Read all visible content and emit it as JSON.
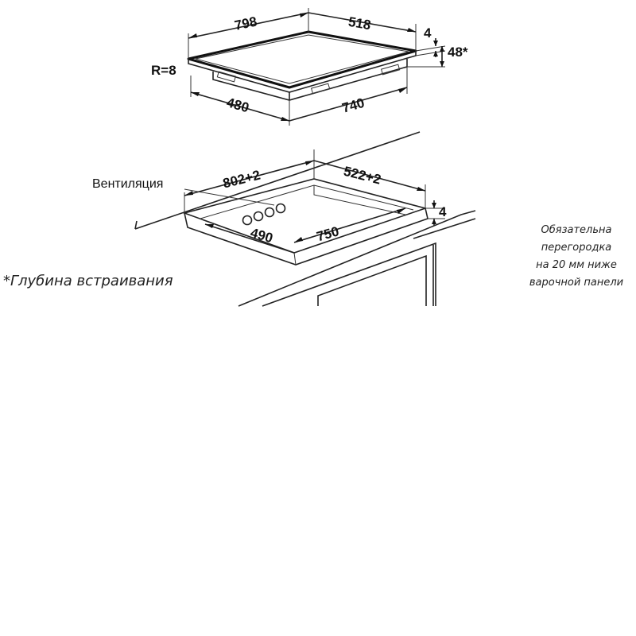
{
  "hob": {
    "width_label": "798",
    "depth_label": "518",
    "glass_thickness_label": "4",
    "height_label": "48*",
    "radius_label": "R=8",
    "bottom_depth_label": "480",
    "bottom_width_label": "740"
  },
  "cutout": {
    "ventilation_label": "Вентиляция",
    "width_label": "802+2",
    "depth_label": "522+2",
    "rim_label": "4",
    "inner_depth_label": "490",
    "inner_width_label": "750"
  },
  "notes": {
    "partition_lines": [
      "Обязательна",
      "перегородка",
      "на 20 мм ниже",
      "варочной панели"
    ],
    "depth_note": "*Глубина встраивания"
  }
}
